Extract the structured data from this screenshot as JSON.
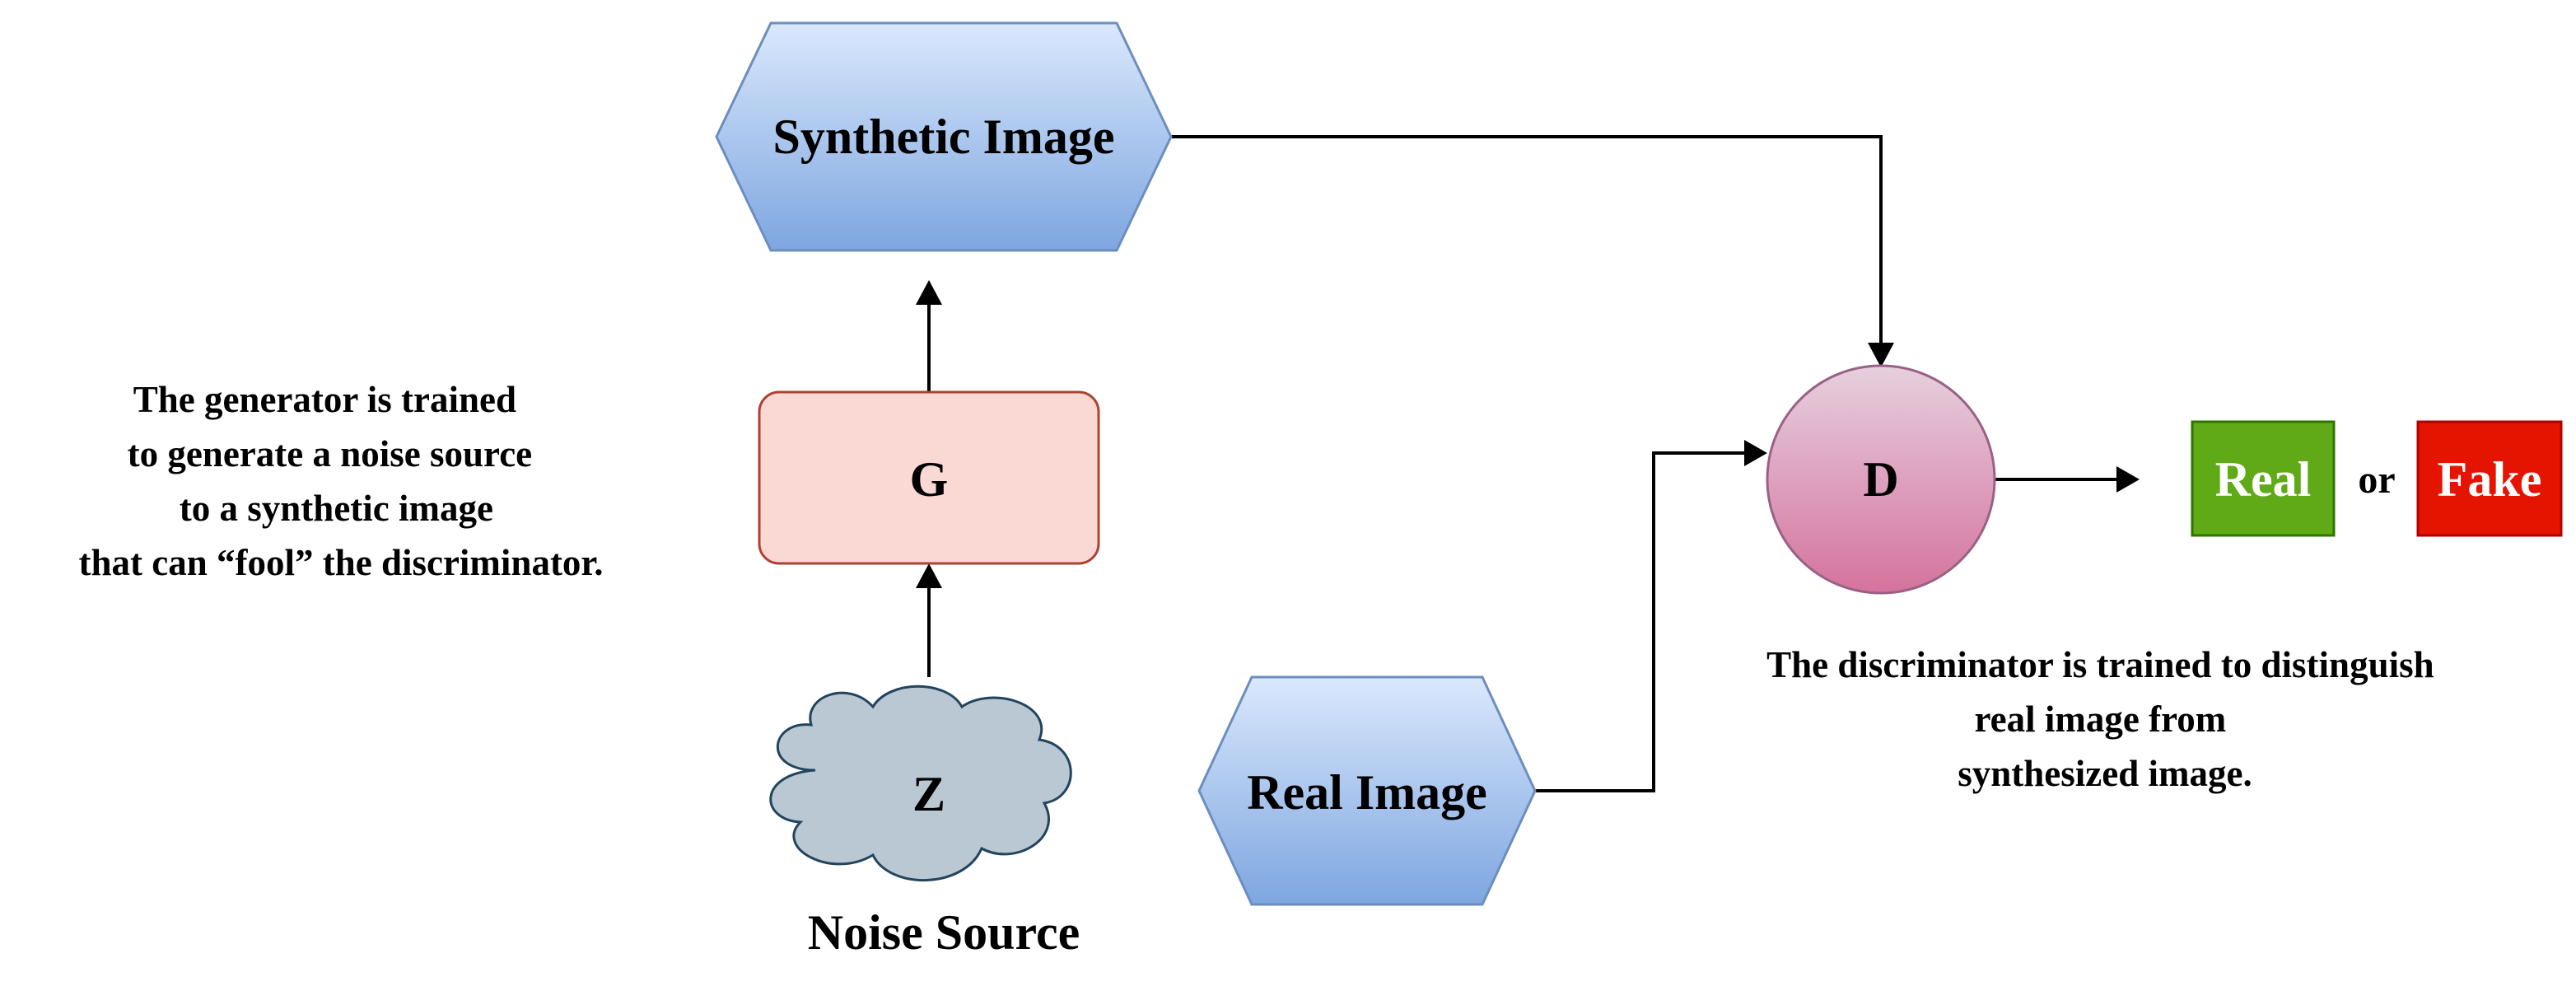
{
  "nodes": {
    "synthetic_image": "Synthetic Image",
    "generator": "G",
    "noise": "Z",
    "noise_caption": "Noise Source",
    "real_image": "Real Image",
    "discriminator": "D",
    "real_badge": "Real",
    "or_text": "or",
    "fake_badge": "Fake"
  },
  "notes": {
    "generator": [
      "The generator is trained",
      "to generate a noise source",
      "to a synthetic image",
      "that can “fool” the discriminator."
    ],
    "discriminator": [
      "The discriminator is trained to distinguish",
      "real image from",
      "synthesized image."
    ]
  },
  "colors": {
    "hexagon_top": "#dae8fc",
    "hexagon_bottom": "#7ea6e0",
    "hexagon_border": "#6c8ebf",
    "generator_fill": "#fad9d5",
    "generator_border": "#ae4132",
    "cloud_fill": "#bac8d3",
    "cloud_border": "#23445d",
    "disc_top": "#e6d0de",
    "disc_bottom": "#d5739d",
    "disc_border": "#996185",
    "real_badge": "#60a917",
    "fake_badge": "#e51400"
  }
}
